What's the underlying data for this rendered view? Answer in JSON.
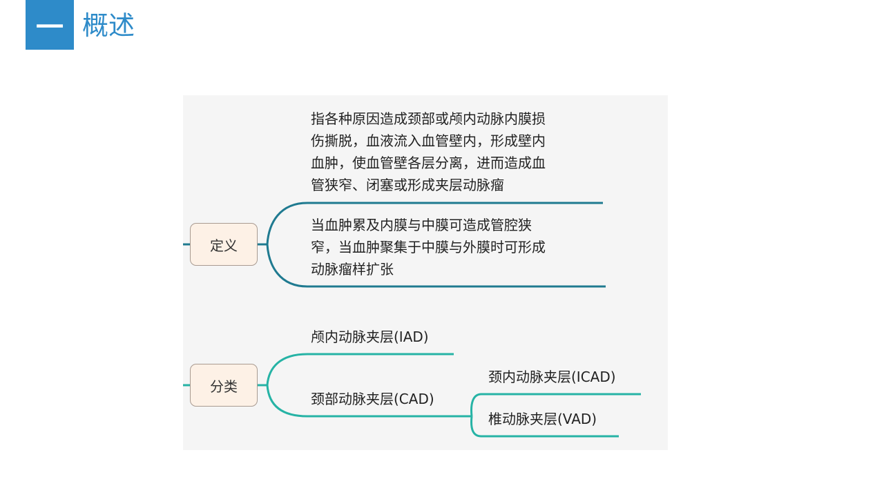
{
  "header": {
    "number": "一",
    "title": "概述"
  },
  "diagram": {
    "definition": {
      "label": "定义",
      "lines_a": [
        "指各种原因造成颈部或颅内动脉内膜损",
        "伤撕脱，血液流入血管壁内，形成壁内",
        "血肿，使血管壁各层分离，进而造成血",
        "管狭窄、闭塞或形成夹层动脉瘤"
      ],
      "lines_b": [
        "当血肿累及内膜与中膜可造成管腔狭",
        "窄，当血肿聚集于中膜与外膜时可形成",
        "动脉瘤样扩张"
      ]
    },
    "classification": {
      "label": "分类",
      "iad": "颅内动脉夹层(IAD)",
      "cad": "颈部动脉夹层(CAD)",
      "icad": "颈内动脉夹层(ICAD)",
      "vad": "椎动脉夹层(VAD)"
    },
    "colors": {
      "definition_branch": "#1f7a90",
      "classification_branch": "#26b3a5",
      "node_fill": "#fdf1e6",
      "title_blue": "#2e8bc9"
    }
  }
}
